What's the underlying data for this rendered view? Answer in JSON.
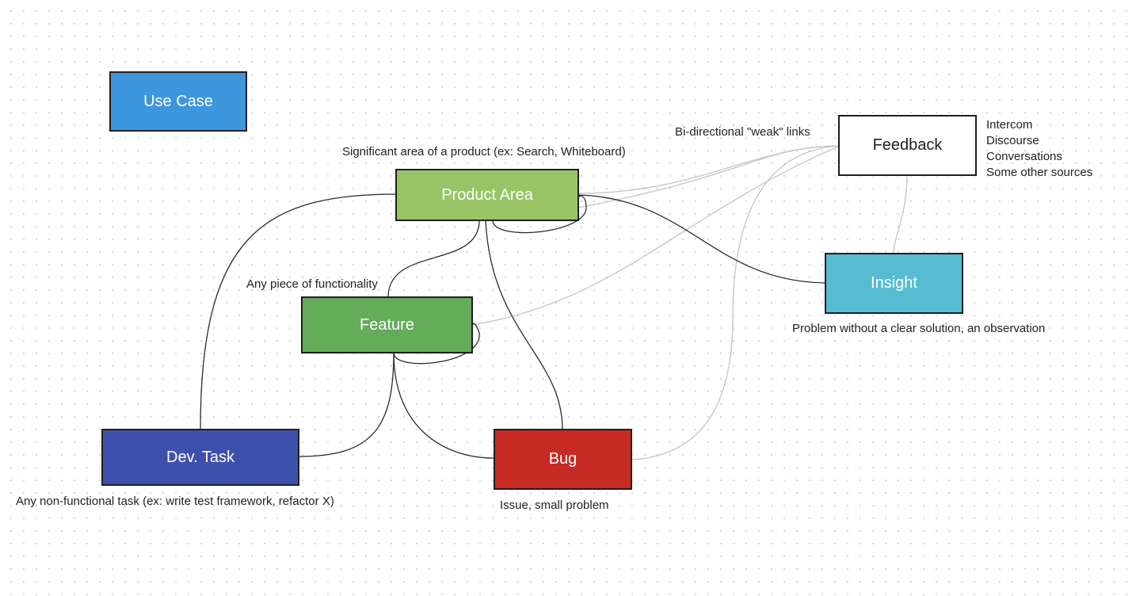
{
  "nodes": {
    "use_case": {
      "label": "Use Case",
      "color": "#3d97dc",
      "text_color": "#ffffff"
    },
    "product_area": {
      "label": "Product Area",
      "color": "#98c466",
      "text_color": "#ffffff"
    },
    "feature": {
      "label": "Feature",
      "color": "#64ab5a",
      "text_color": "#ffffff"
    },
    "dev_task": {
      "label": "Dev. Task",
      "color": "#3f50ac",
      "text_color": "#ffffff"
    },
    "bug": {
      "label": "Bug",
      "color": "#c62a24",
      "text_color": "#ffffff"
    },
    "insight": {
      "label": "Insight",
      "color": "#55bcd2",
      "text_color": "#ffffff"
    },
    "feedback": {
      "label": "Feedback",
      "color": "#ffffff",
      "text_color": "#1f1f1f"
    }
  },
  "annotations": {
    "product_area": "Significant area of a product (ex: Search, Whiteboard)",
    "feature": "Any piece of functionality",
    "dev_task": "Any non-functional task (ex: write test framework, refactor X)",
    "bug": "Issue, small problem",
    "insight": "Problem without a clear solution, an observation",
    "weak_links": "Bi-directional \"weak\" links"
  },
  "feedback_sources": [
    "Intercom",
    "Discourse",
    "Conversations",
    "Some other sources"
  ],
  "link_colors": {
    "strong": "#2b2b2b",
    "weak": "#c4c4c4"
  }
}
